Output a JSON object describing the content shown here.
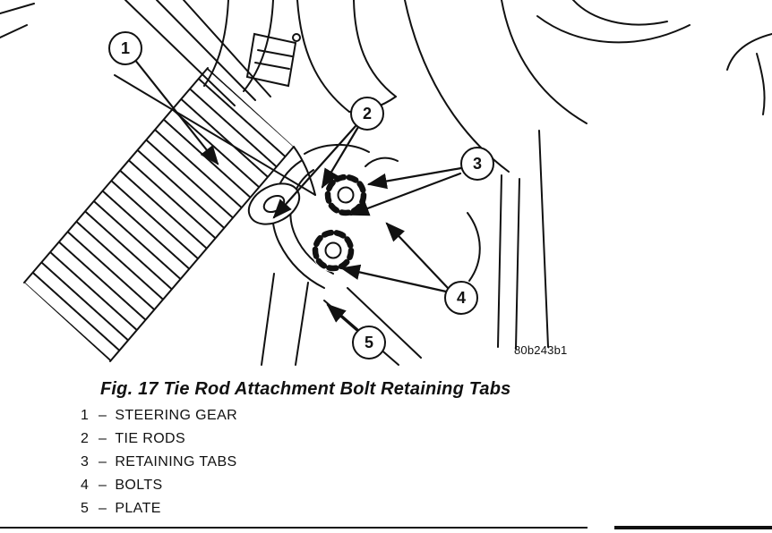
{
  "figure": {
    "caption": "Fig. 17 Tie Rod Attachment Bolt Retaining Tabs",
    "ref_code": "80b243b1"
  },
  "callouts": [
    "1",
    "2",
    "3",
    "4",
    "5"
  ],
  "legend": {
    "separator": "–",
    "items": [
      {
        "num": "1",
        "label": "STEERING GEAR"
      },
      {
        "num": "2",
        "label": "TIE RODS"
      },
      {
        "num": "3",
        "label": "RETAINING TABS"
      },
      {
        "num": "4",
        "label": "BOLTS"
      },
      {
        "num": "5",
        "label": "PLATE"
      }
    ]
  },
  "colors": {
    "ink": "#111111",
    "paper": "#ffffff"
  }
}
